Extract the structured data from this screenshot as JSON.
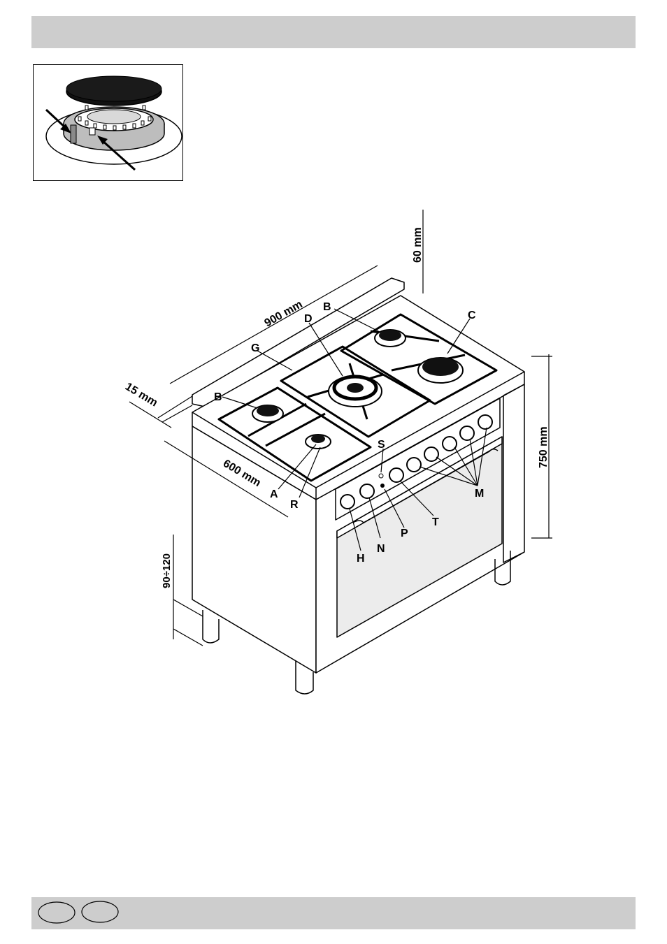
{
  "labels": {
    "A": "A",
    "R": "R",
    "S": "S",
    "B_left": "B",
    "B_right": "B",
    "C": "C",
    "D": "D",
    "G": "G",
    "M": "M",
    "T": "T",
    "P": "P",
    "N": "N",
    "H": "H"
  },
  "dimensions": {
    "depth": "600 mm",
    "width": "900 mm",
    "backguard": "60 mm",
    "edge": "15 mm",
    "height": "750 mm",
    "feet": "90÷120"
  },
  "colors": {
    "bar": "#cdcdcd",
    "ink": "#000000",
    "panel": "#f0f0f0"
  },
  "icons": [
    "burner-cap-icon",
    "arrow-icon",
    "language-badge-icon"
  ]
}
